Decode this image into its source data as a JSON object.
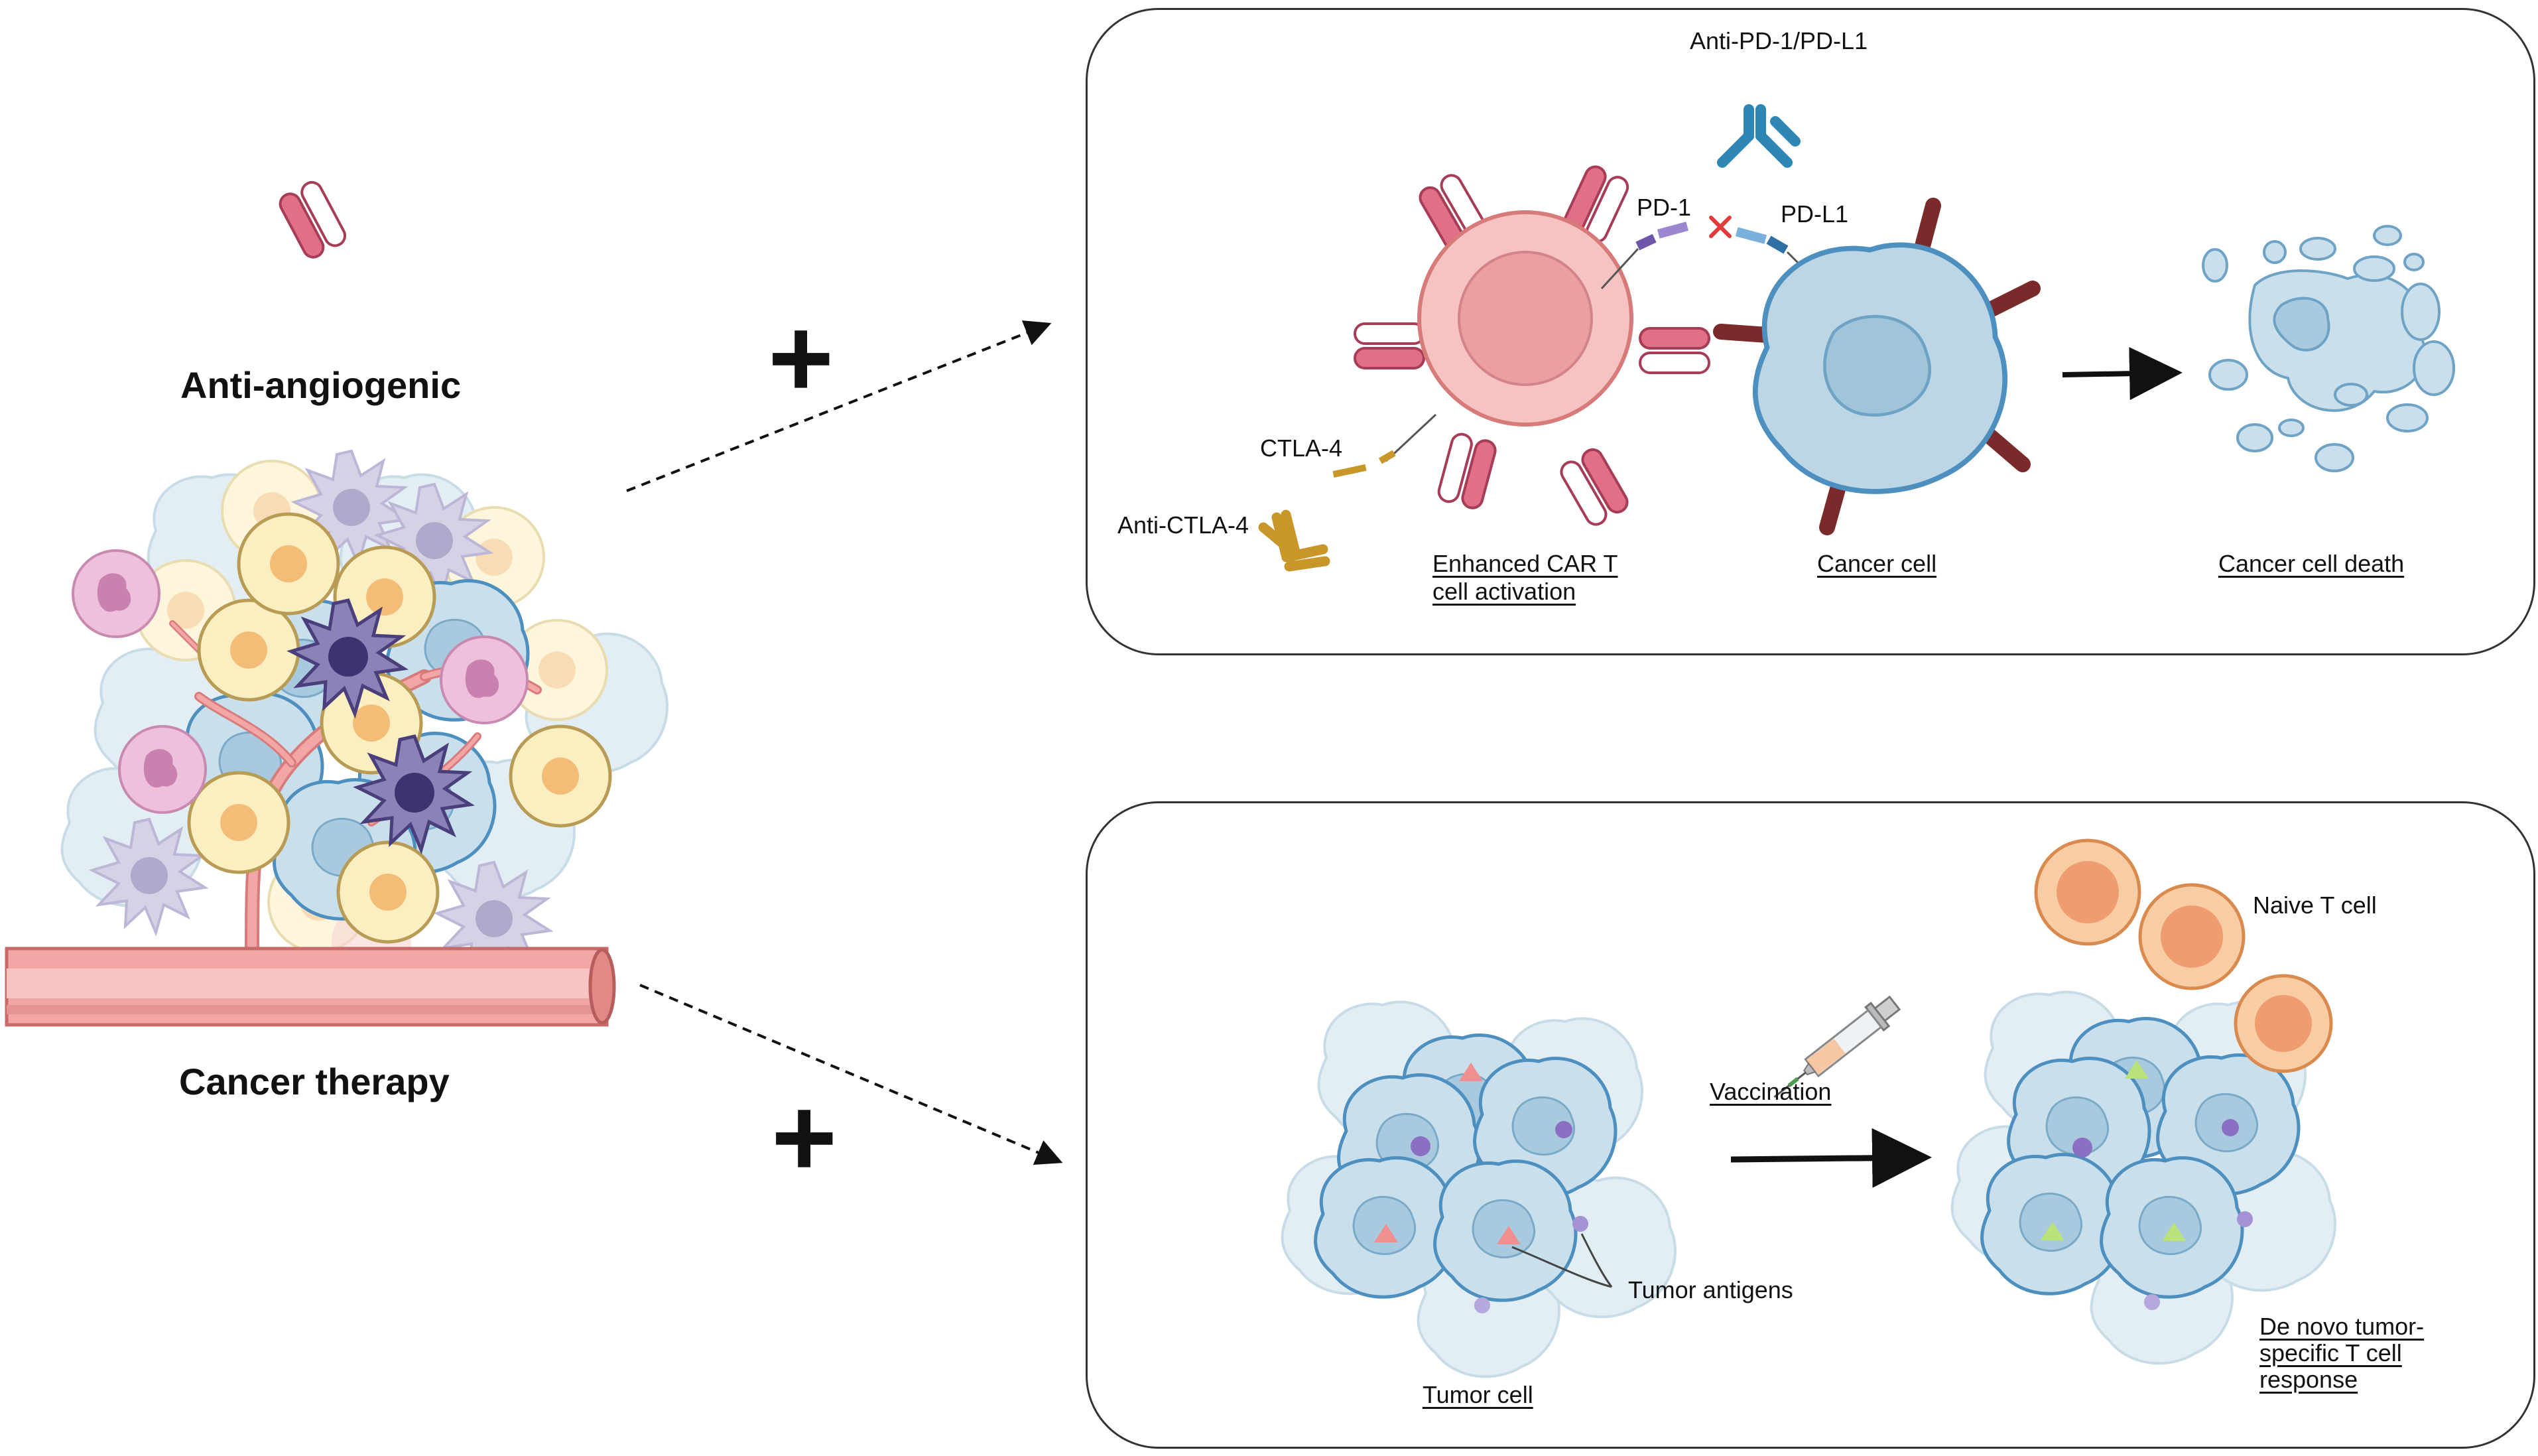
{
  "left": {
    "title_top": "Anti-angiogenic",
    "title_bottom": "Cancer therapy",
    "plus_top": "+",
    "plus_bottom": "+"
  },
  "panel_top": {
    "anti_pd1_label": "Anti-PD-1/PD-L1",
    "pd1_label": "PD-1",
    "pdl1_label": "PD-L1",
    "ctla4_label": "CTLA-4",
    "anti_ctla4_label": "Anti-CTLA-4",
    "car_t_caption_line1": "Enhanced CAR T",
    "car_t_caption_line2": "cell activation",
    "cancer_cell_caption": "Cancer cell",
    "death_caption": "Cancer cell death"
  },
  "panel_bottom": {
    "naive_t_label": "Naive T cell",
    "vaccination_label": "Vaccination",
    "tumor_antigens_label": "Tumor antigens",
    "tumor_cell_caption": "Tumor cell",
    "response_caption_line1": "De novo tumor-",
    "response_caption_line2": "specific T cell",
    "response_caption_line3": "response"
  },
  "colors": {
    "vessel": "#f2a6a6",
    "vessel_dark": "#d97b7b",
    "yellow_cell": "#fbeec0",
    "yellow_nucleus": "#f3bd78",
    "dendritic": "#7b6fa8",
    "neutrophil": "#e4a9cf",
    "tumor_blue": "#c9dfeb",
    "tumor_edge": "#4d8fbf",
    "car_t": "#f7b8b8",
    "car_t_edge": "#d67a7a",
    "receptor_pink": "#d9607a",
    "pdl1_brown": "#7a2a2a",
    "antibody_blue": "#2e86b5",
    "antibody_gold": "#c9962a",
    "naive_t": "#f8cda4",
    "naive_t_nucleus": "#ef9d70",
    "block_x": "#e23b3b"
  }
}
